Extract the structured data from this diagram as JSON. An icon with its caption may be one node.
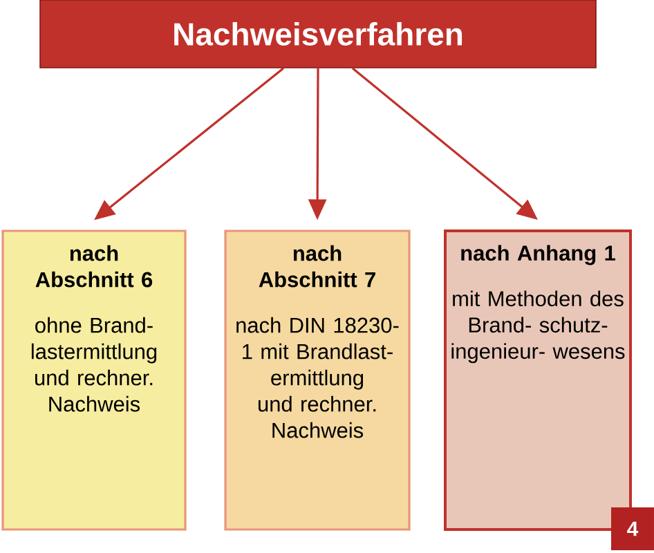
{
  "diagram": {
    "nodes": [
      {
        "text": [
          "Nachweisverfahren"
        ]
      },
      {
        "text": [
          "nach Abschnitt 6",
          "ohne Brand- lastermittlung und rechner. Nachweis"
        ]
      },
      {
        "text": [
          "nach Abschnitt 7",
          "nach DIN 18230-1 mit Brandlast- ermittlung und rechner. Nachweis"
        ]
      },
      {
        "text": [
          "nach Anhang 1",
          "mit Methoden des Brand- schutz- ingenieur- wesens"
        ]
      }
    ],
    "edges": [
      {
        "from": 0,
        "to": 1,
        "arrow": "to"
      },
      {
        "from": 0,
        "to": 2,
        "arrow": "to"
      },
      {
        "from": 0,
        "to": 3,
        "arrow": "to"
      }
    ],
    "labels": [
      "4"
    ]
  }
}
